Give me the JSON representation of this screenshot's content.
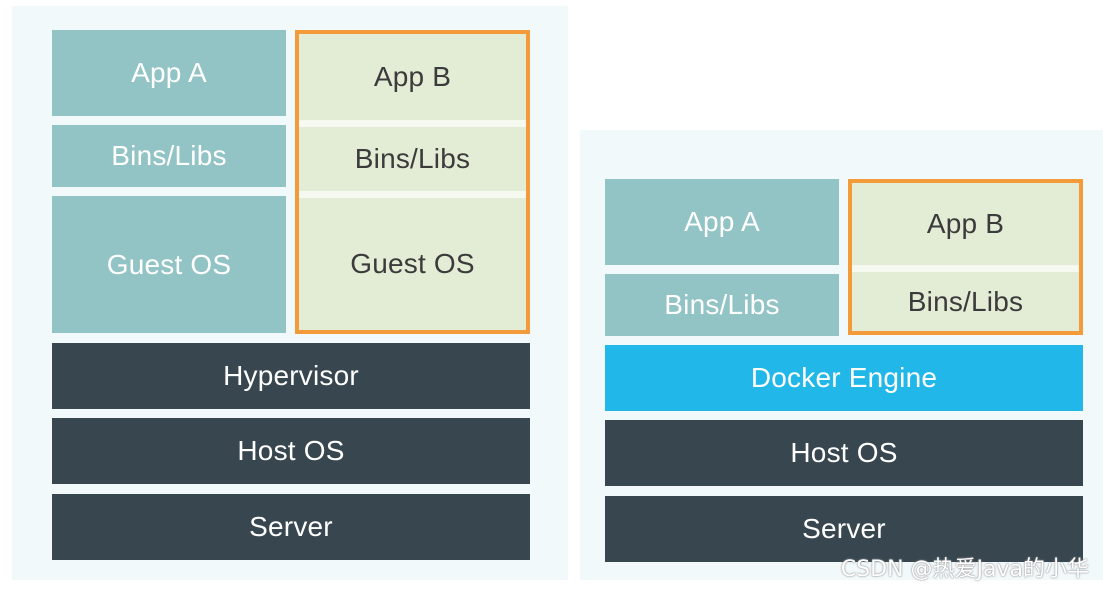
{
  "vm": {
    "app_a": "App A",
    "bins_libs_a": "Bins/Libs",
    "guest_os_a": "Guest OS",
    "app_b": "App B",
    "bins_libs_b": "Bins/Libs",
    "guest_os_b": "Guest OS",
    "hypervisor": "Hypervisor",
    "host_os": "Host OS",
    "server": "Server"
  },
  "container": {
    "app_a": "App A",
    "bins_libs_a": "Bins/Libs",
    "app_b": "App B",
    "bins_libs_b": "Bins/Libs",
    "docker_engine": "Docker Engine",
    "host_os": "Host OS",
    "server": "Server"
  },
  "watermark": "CSDN @热爱Java的小华",
  "colors": {
    "teal": "#92c3c5",
    "light_green": "#e3ecd5",
    "dark_slate": "#37464f",
    "docker_blue": "#21b8e9",
    "highlight_orange": "#f39a3a",
    "panel_bg": "#f2f9fb"
  }
}
